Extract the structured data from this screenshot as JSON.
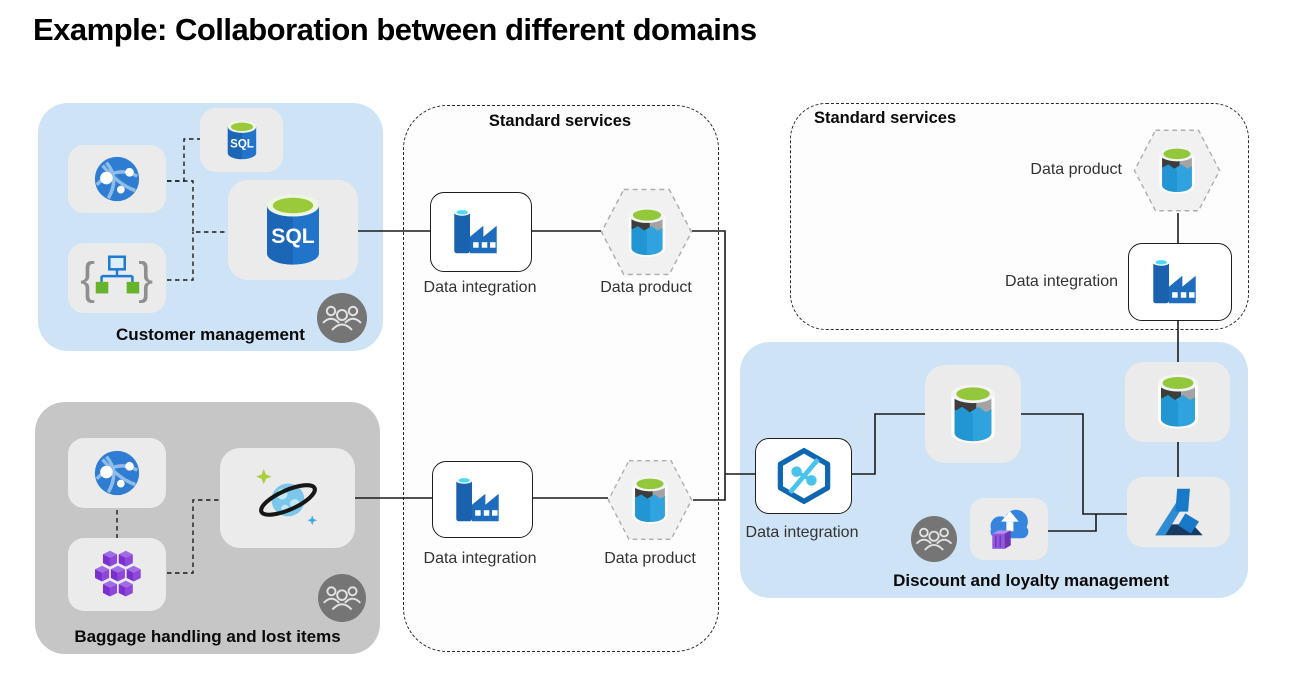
{
  "title": "Example: Collaboration between different domains",
  "domains": {
    "customer": {
      "label": "Customer management"
    },
    "baggage": {
      "label": "Baggage handling and lost items"
    },
    "discount": {
      "label": "Discount and loyalty management",
      "integration_label": "Data integration"
    }
  },
  "center_services": {
    "title": "Standard services",
    "rows": [
      {
        "integration_label": "Data integration",
        "product_label": "Data product"
      },
      {
        "integration_label": "Data integration",
        "product_label": "Data product"
      }
    ]
  },
  "right_services": {
    "title": "Standard services",
    "product_label": "Data product",
    "integration_label": "Data integration"
  },
  "sql_text": "SQL",
  "icons": {
    "globe": "globe-network-icon",
    "workflow": "api-workflow-icon",
    "sql": "sql-database-icon",
    "service_fabric": "service-fabric-icon",
    "cosmos": "cosmos-db-icon",
    "factory": "data-factory-icon",
    "data_lake": "data-lake-storage-icon",
    "synapse": "synapse-icon",
    "ml": "machine-learning-icon",
    "cloud_upload": "cloud-upload-container-icon",
    "team": "team-people-icon"
  },
  "colors": {
    "domain_blue": "#cfe3f6",
    "domain_gray": "#c6c6c6",
    "tile_gray": "#ebebeb",
    "azure_blue": "#1c6ab8",
    "chimney_cyan": "#4fd9f2",
    "lime_green": "#97c93d",
    "water_blue": "#30a2de",
    "fabric_purple": "#8a3fd4",
    "people_gray": "#757575",
    "line_black": "#1a1a1a"
  }
}
